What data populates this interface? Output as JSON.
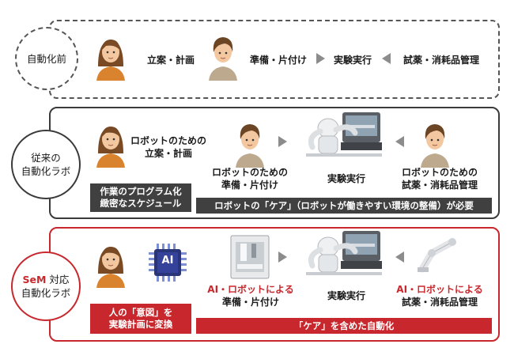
{
  "rows": {
    "before": {
      "tag": "自動化前",
      "plan": "立案・計画",
      "prep": "準備・片付け",
      "exp": "実験実行",
      "supplies": "試薬・消耗品管理"
    },
    "conventional": {
      "tag_line1": "従来の",
      "tag_line2": "自動化ラボ",
      "plan_line1": "ロボットのための",
      "plan_line2": "立案・計画",
      "prep_line1": "ロボットのための",
      "prep_line2": "準備・片付け",
      "exp": "実験実行",
      "supplies_line1": "ロボットのための",
      "supplies_line2": "試薬・消耗品管理",
      "box_line1": "作業のプログラム化",
      "box_line2": "緻密なスケジュール",
      "care_bar": "ロボットの「ケア」（ロボットが働きやすい環境の整備）が必要"
    },
    "sem": {
      "tag_brand": "SeM",
      "tag_rest": " 対応",
      "tag_line2": "自動化ラボ",
      "ai_chip": "AI",
      "prep_line1": "AI・ロボットによる",
      "prep_line2": "準備・片付け",
      "exp": "実験実行",
      "supplies_line1": "AI・ロボットによる",
      "supplies_line2": "試薬・消耗品管理",
      "box_line1": "人の「意図」を",
      "box_line2": "実験計画に変換",
      "care_bar": "「ケア」を含めた自動化"
    }
  },
  "colors": {
    "accent_red": "#c8282d",
    "dark_bar": "#404040",
    "arrow_gray": "#8c8c8c"
  }
}
